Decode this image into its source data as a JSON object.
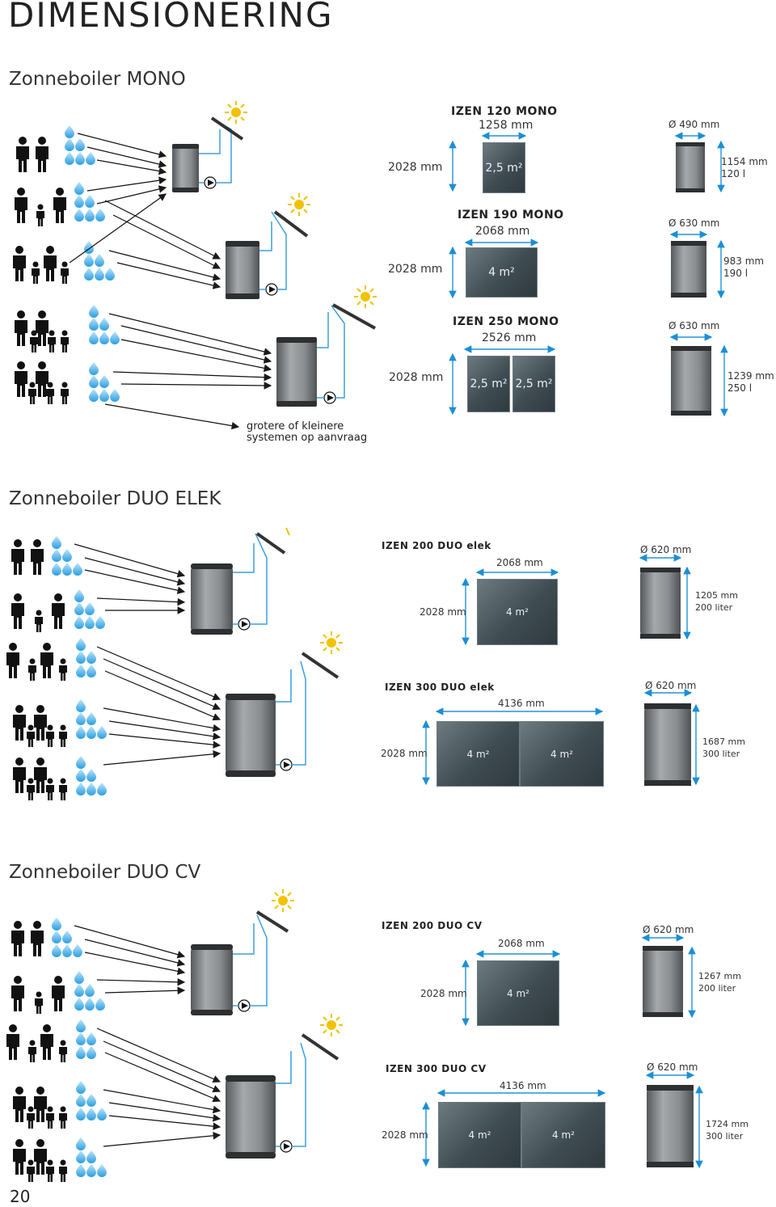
{
  "page": {
    "title": "DIMENSIONERING",
    "page_number": "20"
  },
  "mono": {
    "title": "Zonneboiler MONO",
    "note_line1": "grotere of kleinere",
    "note_line2": "systemen op aanvraag",
    "units": [
      {
        "model": "IZEN  120 MONO",
        "width": "1258 mm",
        "height": "2028 mm",
        "panels": [
          "2,5 m²"
        ],
        "diameter": "Ø 490 mm",
        "tank_height": "1154 mm",
        "volume": "120 l"
      },
      {
        "model": "IZEN  190 MONO",
        "width": "2068 mm",
        "height": "2028 mm",
        "panels": [
          "4 m²"
        ],
        "diameter": "Ø 630 mm",
        "tank_height": "983 mm",
        "volume": "190 l"
      },
      {
        "model": "IZEN  250 MONO",
        "width": "2526 mm",
        "height": "2028 mm",
        "panels": [
          "2,5 m²",
          "2,5 m²"
        ],
        "diameter": "Ø 630 mm",
        "tank_height": "1239 mm",
        "volume": "250 l"
      }
    ]
  },
  "duo_elek": {
    "title": "Zonneboiler DUO ELEK",
    "units": [
      {
        "model": "IZEN 200 DUO elek",
        "width": "2068 mm",
        "height": "2028 mm",
        "panels": [
          "4 m²"
        ],
        "diameter": "Ø 620 mm",
        "tank_height": "1205 mm",
        "volume": "200 liter"
      },
      {
        "model": "IZEN 300 DUO elek",
        "width": "4136 mm",
        "height": "2028 mm",
        "panels": [
          "4 m²",
          "4 m²"
        ],
        "diameter": "Ø 620 mm",
        "tank_height": "1687 mm",
        "volume": "300 liter"
      }
    ]
  },
  "duo_cv": {
    "title": "Zonneboiler DUO CV",
    "units": [
      {
        "model": "IZEN 200 DUO CV",
        "width": "2068 mm",
        "height": "2028 mm",
        "panels": [
          "4 m²"
        ],
        "diameter": "Ø 620 mm",
        "tank_height": "1267 mm",
        "volume": "200 liter"
      },
      {
        "model": "IZEN 300 DUO CV",
        "width": "4136 mm",
        "height": "2028 mm",
        "panels": [
          "4 m²",
          "4 m²"
        ],
        "diameter": "Ø 620 mm",
        "tank_height": "1724 mm",
        "volume": "300 liter"
      }
    ]
  },
  "colors": {
    "arrow": "#1a8fd6",
    "panel": "#3f4c51",
    "tank": "#8a8d90",
    "pipe": "#3aa0dc",
    "sun": "#f2c200"
  }
}
